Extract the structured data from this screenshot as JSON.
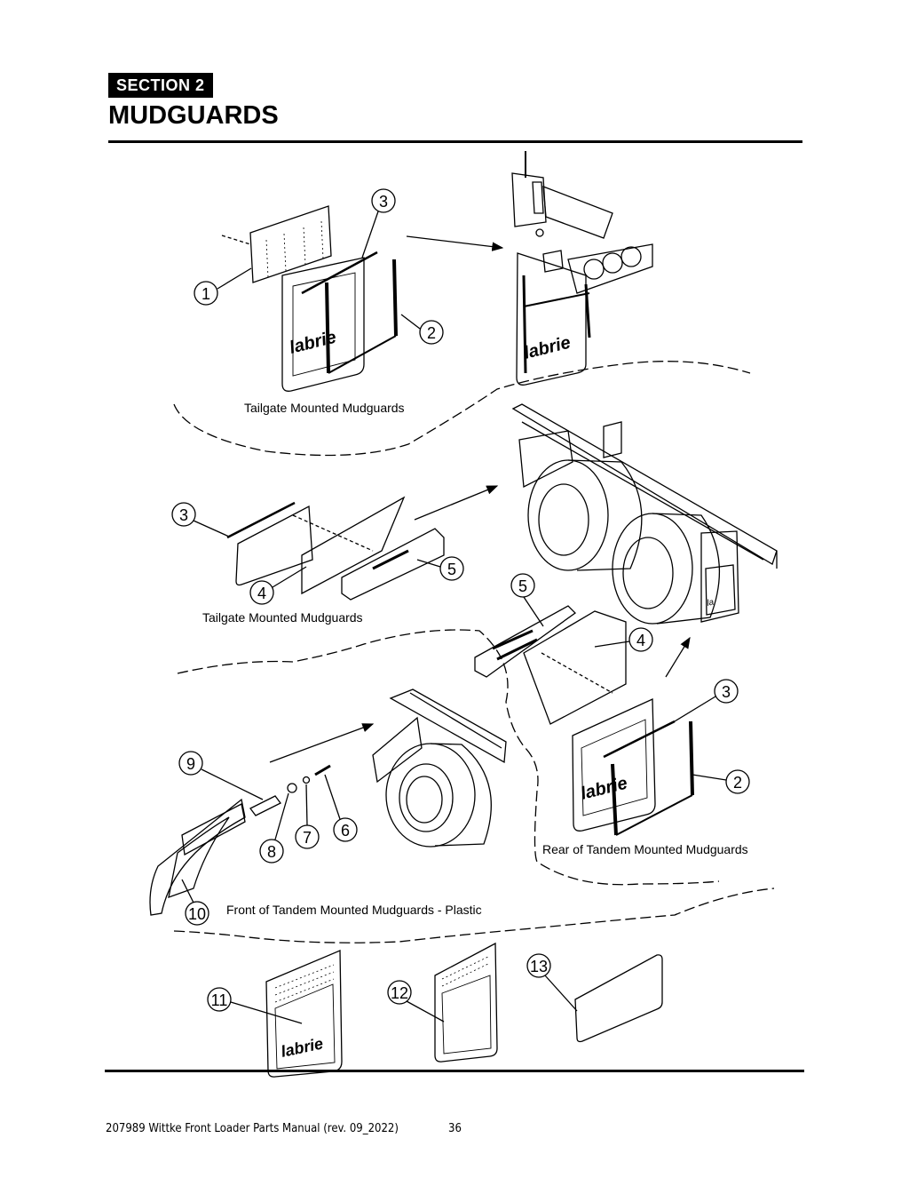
{
  "header": {
    "section_label": "SECTION  2",
    "title": "MUDGUARDS"
  },
  "diagram": {
    "captions": {
      "tailgate_top": "Tailgate Mounted Mudguards",
      "tailgate_mid": "Tailgate Mounted Mudguards",
      "rear_tandem": "Rear of Tandem Mounted Mudguards",
      "front_tandem": "Front of Tandem Mounted Mudguards - Plastic"
    },
    "brand_text": "labrie",
    "callouts": [
      "1",
      "2",
      "3",
      "3",
      "4",
      "5",
      "5",
      "4",
      "3",
      "2",
      "9",
      "8",
      "7",
      "6",
      "10",
      "11",
      "12",
      "13"
    ]
  },
  "footer": {
    "doc": "207989 Wittke Front Loader Parts Manual (rev. 09_2022)",
    "page": "36"
  }
}
